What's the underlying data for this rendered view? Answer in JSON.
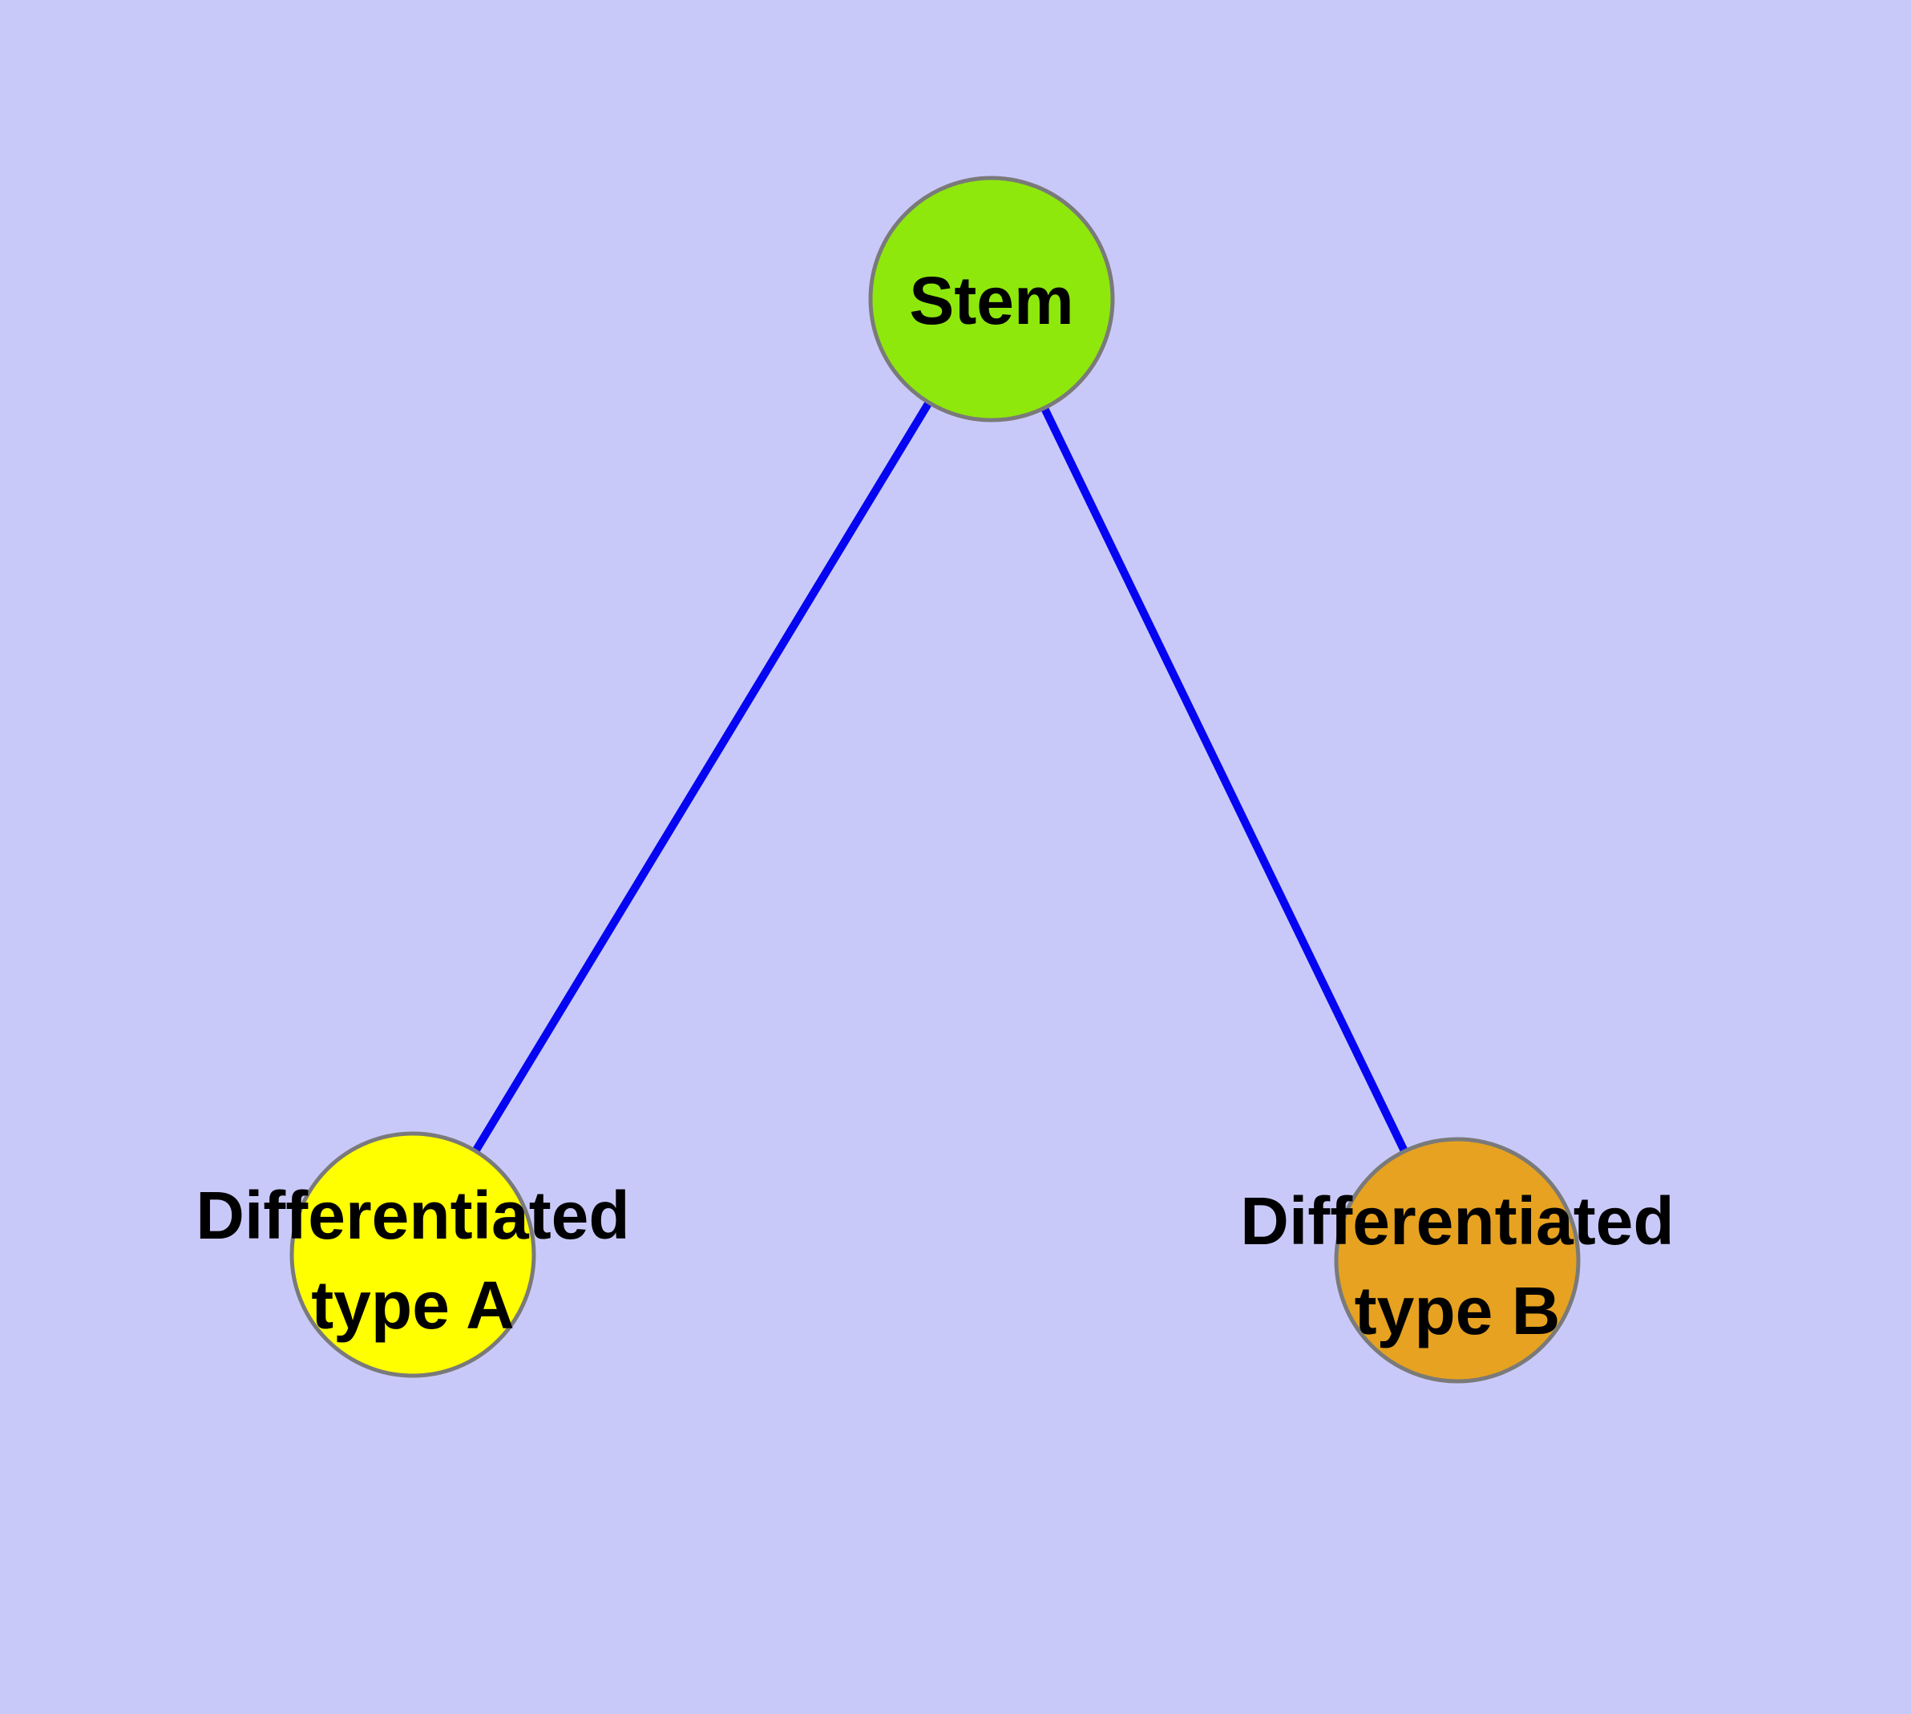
{
  "diagram": {
    "background_color": "#C9C9F9",
    "edge_color": "#0505F2",
    "node_border_color": "#7A7A7A",
    "label_color": "#000000",
    "nodes": [
      {
        "id": "stem",
        "label_lines": [
          "Stem"
        ],
        "color": "#8EE80C"
      },
      {
        "id": "typeA",
        "label_lines": [
          "Differentiated",
          "type A"
        ],
        "color": "#FFFF00"
      },
      {
        "id": "typeB",
        "label_lines": [
          "Differentiated",
          "type B"
        ],
        "color": "#E6A220"
      }
    ],
    "edges": [
      {
        "from": "stem",
        "to": "typeA"
      },
      {
        "from": "stem",
        "to": "typeB"
      }
    ]
  }
}
